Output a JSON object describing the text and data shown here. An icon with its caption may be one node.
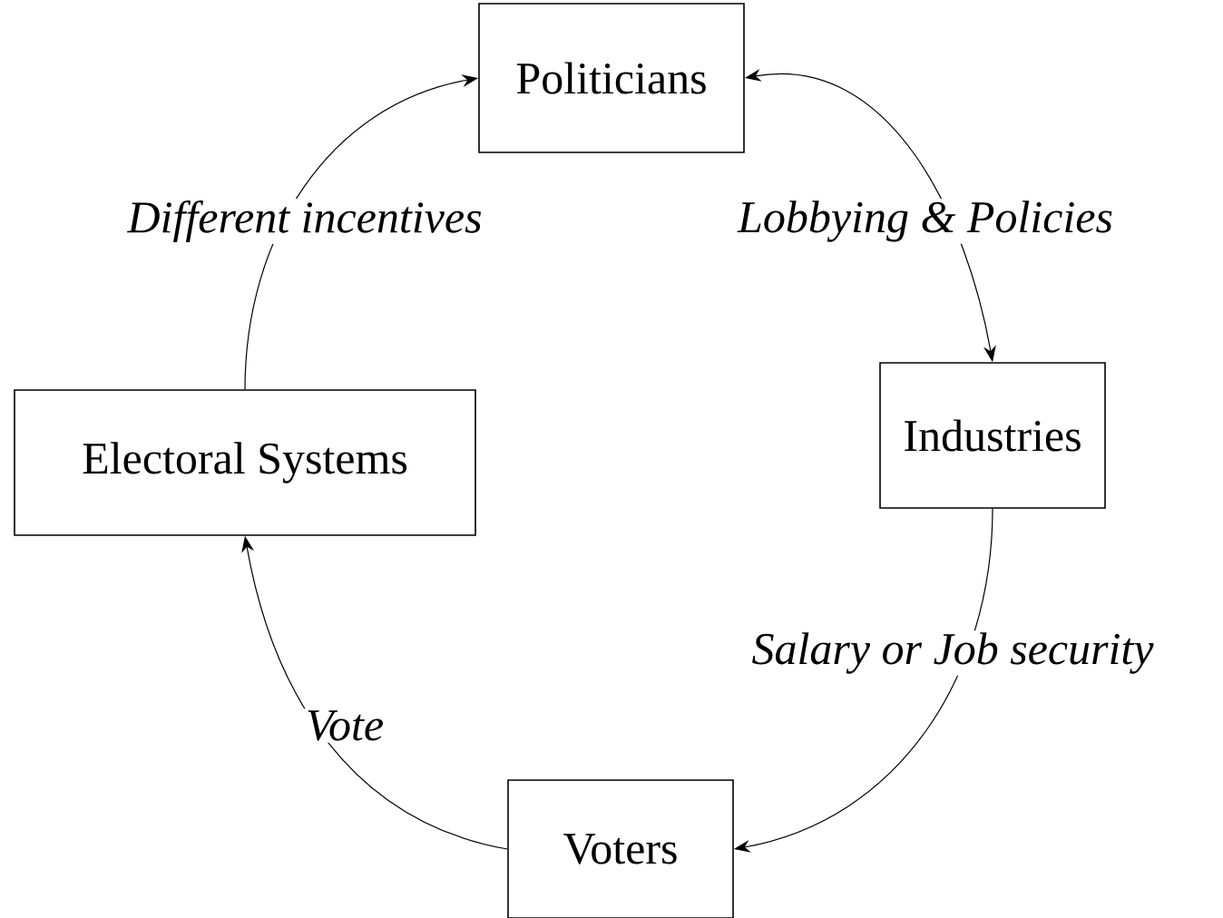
{
  "diagram": {
    "nodes": [
      {
        "text": [
          "Politicians"
        ]
      },
      {
        "text": [
          "Industries"
        ]
      },
      {
        "text": [
          "Electoral Systems"
        ]
      },
      {
        "text": [
          "Voters"
        ]
      }
    ],
    "edges": [
      {
        "from": 0,
        "to": 1,
        "arrow": "both",
        "label": "Lobbying & Policies"
      },
      {
        "from": 1,
        "to": 3,
        "arrow": "to",
        "label": "Salary or Job security"
      },
      {
        "from": 3,
        "to": 2,
        "arrow": "to",
        "label": "Vote"
      },
      {
        "from": 2,
        "to": 0,
        "arrow": "to",
        "label": "Different incentives"
      }
    ]
  }
}
